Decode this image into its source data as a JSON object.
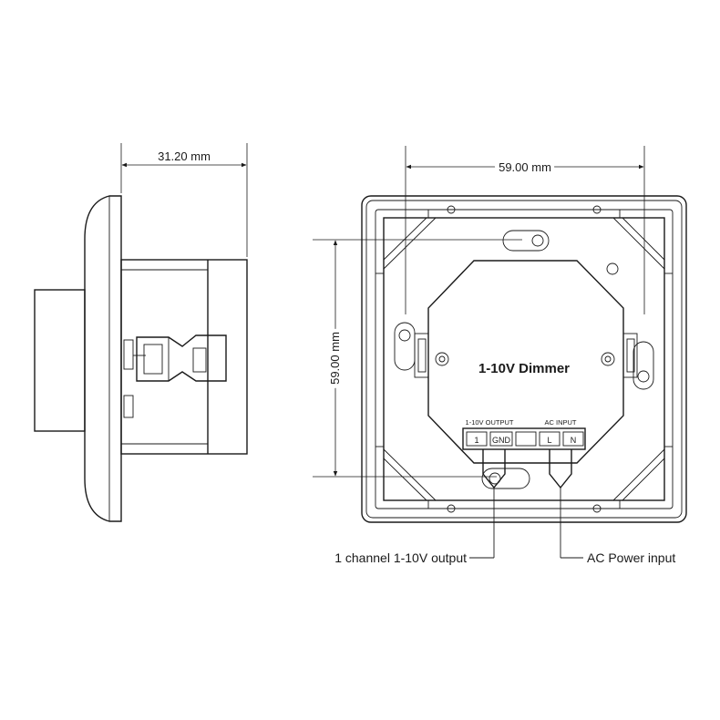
{
  "dimensions": {
    "side_width": "31.20 mm",
    "front_width": "59.00 mm",
    "front_height": "59.00 mm"
  },
  "device": {
    "title": "1-10V Dimmer"
  },
  "terminals": {
    "output_group": "1-10V OUTPUT",
    "input_group": "AC INPUT",
    "t1": "1",
    "t2": "GND",
    "t4": "L",
    "t5": "N"
  },
  "callouts": {
    "output": "1 channel 1-10V output",
    "input": "AC Power input"
  }
}
